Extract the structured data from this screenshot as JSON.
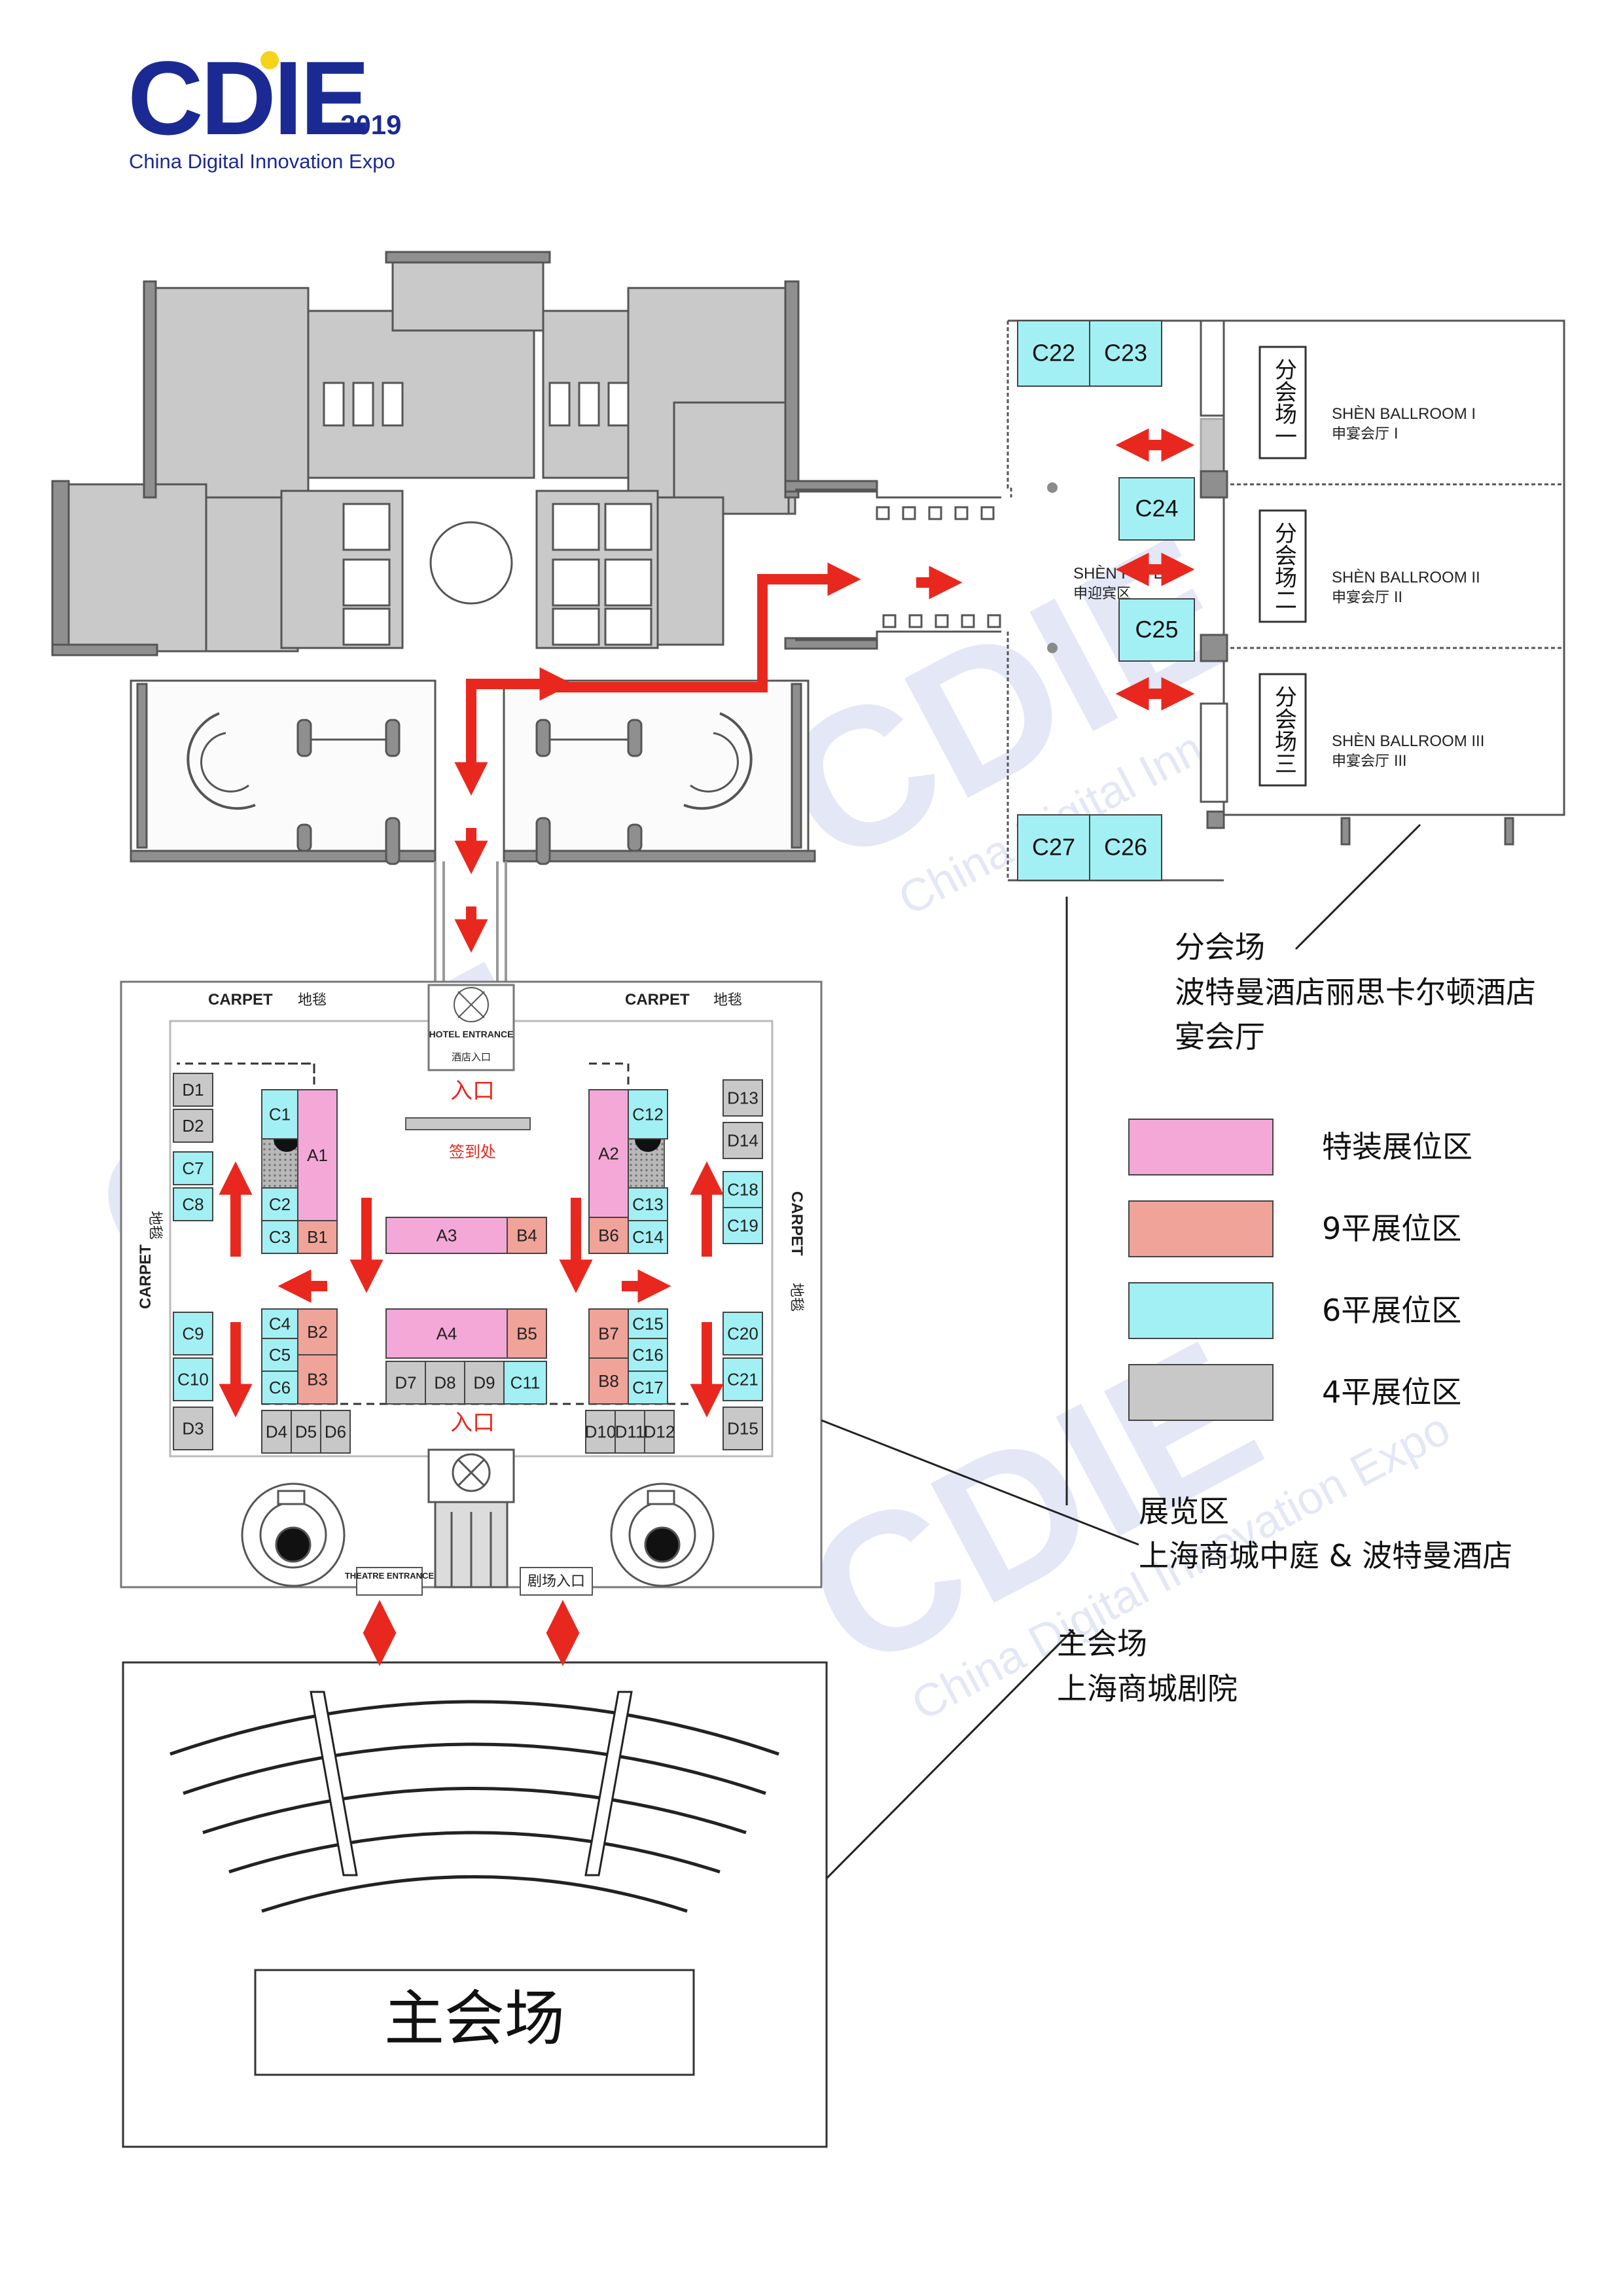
{
  "logo": {
    "brand": "CDIE",
    "year": "2019",
    "subtitle": "China Digital Innovation Expo"
  },
  "colors": {
    "special": "#f4a8d8",
    "nine": "#f0a399",
    "six": "#a3f0f4",
    "four": "#c8c8c8",
    "arrow": "#e8281e",
    "wall": "#c9c9c9",
    "watermark": "#cdd3ee"
  },
  "hotel": {
    "foyer_en": "SHÈN FOYER",
    "foyer_cn": "申迎宾区",
    "ballrooms": [
      {
        "tag": "分会场一",
        "en": "SHÈN BALLROOM I",
        "cn": "申宴会厅 I"
      },
      {
        "tag": "分会场二",
        "en": "SHÈN BALLROOM II",
        "cn": "申宴会厅 II"
      },
      {
        "tag": "分会场三",
        "en": "SHÈN BALLROOM III",
        "cn": "申宴会厅 III"
      }
    ],
    "booths": [
      "C22",
      "C23",
      "C24",
      "C25",
      "C27",
      "C26"
    ]
  },
  "exhibition": {
    "carpet_en": "CARPET",
    "carpet_cn": "地毯",
    "hotel_entrance_en": "HOTEL ENTRANCE",
    "hotel_entrance_cn": "酒店入口",
    "entrance": "入口",
    "signin": "签到处",
    "theatre_entrance_en": "THEATRE ENTRANCE",
    "theatre_entrance_cn": "剧场入口",
    "booths": {
      "D1": "D1",
      "D2": "D2",
      "C7": "C7",
      "C8": "C8",
      "C1": "C1",
      "A1": "A1",
      "C2": "C2",
      "C3": "C3",
      "B1": "B1",
      "A3": "A3",
      "B4": "B4",
      "A2": "A2",
      "C12": "C12",
      "C13": "C13",
      "C14": "C14",
      "B6": "B6",
      "D13": "D13",
      "D14": "D14",
      "C18": "C18",
      "C19": "C19",
      "C9": "C9",
      "C10": "C10",
      "D3": "D3",
      "C4": "C4",
      "C5": "C5",
      "C6": "C6",
      "B2": "B2",
      "B3": "B3",
      "D4": "D4",
      "D5": "D5",
      "D6": "D6",
      "A4": "A4",
      "B5": "B5",
      "D7": "D7",
      "D8": "D8",
      "D9": "D9",
      "C11": "C11",
      "B7": "B7",
      "B8": "B8",
      "C15": "C15",
      "C16": "C16",
      "C17": "C17",
      "D10": "D10",
      "D11": "D11",
      "D12": "D12",
      "C20": "C20",
      "C21": "C21",
      "D15": "D15"
    }
  },
  "theatre": {
    "label": "主会场"
  },
  "callouts": {
    "branch": [
      "分会场",
      "波特曼酒店丽思卡尔顿酒店",
      "宴会厅"
    ],
    "exhibition": [
      "展览区",
      "上海商城中庭 & 波特曼酒店"
    ],
    "main": [
      "主会场",
      "上海商城剧院"
    ]
  },
  "legend": [
    {
      "label": "特装展位区",
      "color": "#f4a8d8"
    },
    {
      "label": "9平展位区",
      "color": "#f0a399"
    },
    {
      "label": "6平展位区",
      "color": "#a3f0f4"
    },
    {
      "label": "4平展位区",
      "color": "#c8c8c8"
    }
  ]
}
